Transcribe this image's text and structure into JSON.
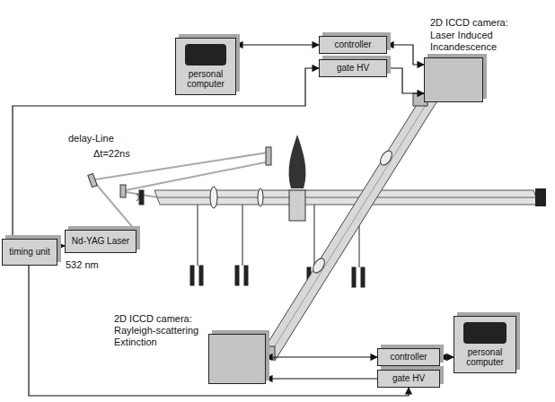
{
  "diagram": {
    "nodes": [
      {
        "text": [
          "personal computer"
        ]
      },
      {
        "text": [
          "controller"
        ]
      },
      {
        "text": [
          "gate HV"
        ]
      },
      {
        "text": [
          "2D ICCD camera: Laser Induced Incandescence"
        ]
      },
      {
        "text": [
          "timing unit"
        ]
      },
      {
        "text": [
          "Nd-YAG Laser",
          "532 nm"
        ]
      },
      {
        "text": [
          "2D ICCD camera: Rayleigh-scattering Extinction"
        ]
      },
      {
        "text": [
          "controller"
        ]
      },
      {
        "text": [
          "gate HV"
        ]
      },
      {
        "text": [
          "personal computer"
        ]
      }
    ],
    "edges": [
      {
        "from": 1,
        "to": 0,
        "arrow": "both"
      },
      {
        "from": 1,
        "to": 3,
        "arrow": "both"
      },
      {
        "from": 2,
        "to": 3,
        "arrow": "to"
      },
      {
        "from": 4,
        "to": 2,
        "arrow": "to"
      },
      {
        "from": 4,
        "to": 5,
        "arrow": "to"
      },
      {
        "from": 4,
        "to": 8,
        "arrow": "to"
      },
      {
        "from": 7,
        "to": 6,
        "arrow": "both"
      },
      {
        "from": 8,
        "to": 6,
        "arrow": "to"
      },
      {
        "from": 7,
        "to": 9,
        "arrow": "both"
      }
    ],
    "labels": [
      "delay-Line",
      "Δt=22ns"
    ]
  }
}
